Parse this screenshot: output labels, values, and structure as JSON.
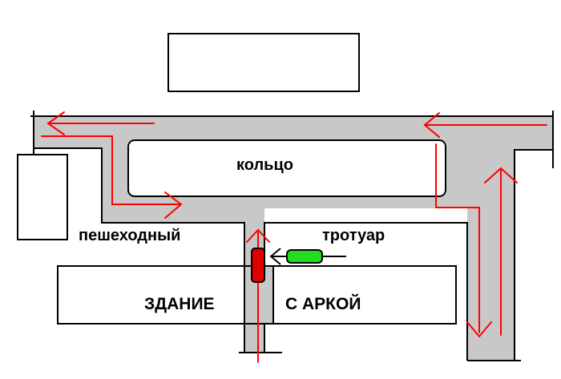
{
  "diagram": {
    "labels": {
      "ring": "кольцо",
      "pedestrian": "пешеходный",
      "sidewalk": "тротуар",
      "building": "ЗДАНИЕ",
      "arch": "С АРКОЙ"
    },
    "colors": {
      "road": "#c8c8c8",
      "route_arrow": "#ff0000",
      "red_car": "#e00000",
      "green_car": "#22dd22",
      "outline": "#000000"
    }
  }
}
